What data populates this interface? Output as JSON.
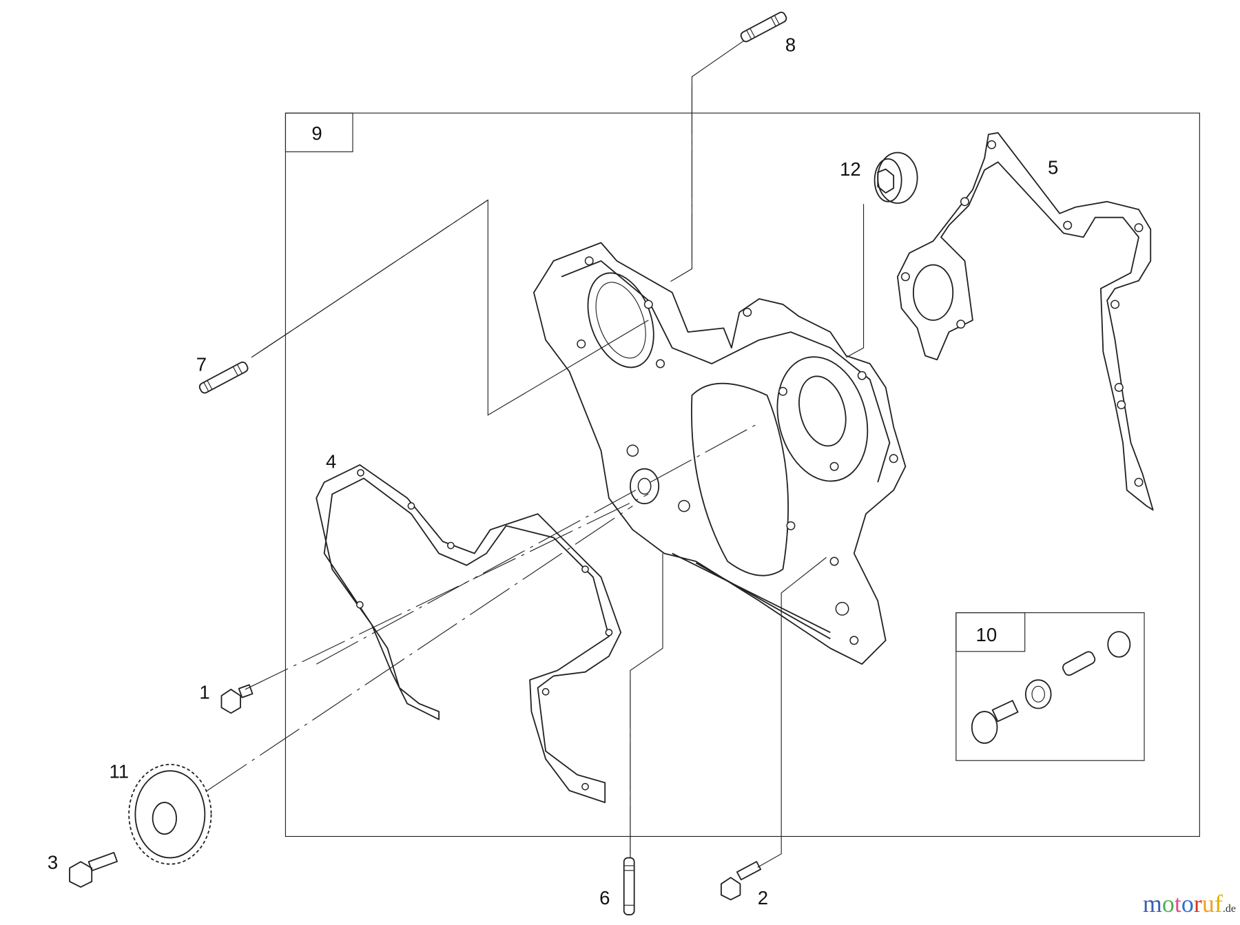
{
  "diagram": {
    "callouts": {
      "c1": "1",
      "c2": "2",
      "c3": "3",
      "c4": "4",
      "c5": "5",
      "c6": "6",
      "c7": "7",
      "c8": "8",
      "c9": "9",
      "c10": "10",
      "c11": "11",
      "c12": "12"
    }
  },
  "watermark": {
    "letters": [
      "m",
      "o",
      "t",
      "o",
      "r",
      "u",
      "f"
    ],
    "colors": [
      "#3b5fb0",
      "#4caf50",
      "#e24a8a",
      "#2e6fd0",
      "#d8352a",
      "#f0a020",
      "#e0b000"
    ],
    "suffix": ".de"
  }
}
